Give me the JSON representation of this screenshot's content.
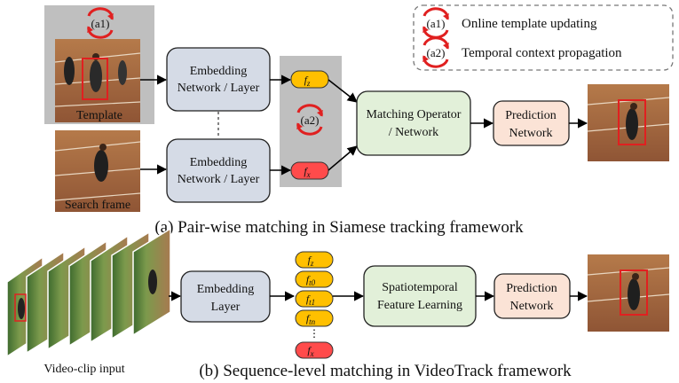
{
  "legend": {
    "a1_tag": "(a1)",
    "a1_label": "Online template updating",
    "a2_tag": "(a2)",
    "a2_label": "Temporal context propagation"
  },
  "panel_a": {
    "template_label": "Template",
    "search_label": "Search frame",
    "embed_top_l1": "Embedding",
    "embed_top_l2": "Network / Layer",
    "embed_bot_l1": "Embedding",
    "embed_bot_l2": "Network / Layer",
    "fz_base": "f",
    "fz_sub": "z",
    "fx_base": "f",
    "fx_sub": "x",
    "a1_tag": "(a1)",
    "a2_tag": "(a2)",
    "matching_l1": "Matching Operator",
    "matching_l2": "/ Network",
    "pred_l1": "Prediction",
    "pred_l2": "Network",
    "caption": "(a) Pair-wise matching in Siamese tracking framework"
  },
  "panel_b": {
    "clip_label": "Video-clip input",
    "embed_l1": "Embedding",
    "embed_l2": "Layer",
    "features": [
      {
        "base": "f",
        "sub": "z"
      },
      {
        "base": "f",
        "sub": "t0"
      },
      {
        "base": "f",
        "sub": "t1"
      },
      {
        "base": "f",
        "sub": "tn"
      },
      {
        "base": "f",
        "sub": "x"
      }
    ],
    "dots": "⋮",
    "st_l1": "Spatiotemporal",
    "st_l2": "Feature Learning",
    "pred_l1": "Prediction",
    "pred_l2": "Network",
    "caption": "(b) Sequence-level matching in VideoTrack framework"
  },
  "colors": {
    "embed_fill": "#d5dbe6",
    "match_fill": "#e2f0d9",
    "pred_fill": "#fbe3d6",
    "fz_fill": "#ffc000",
    "fx_fill": "#ff4b4b",
    "gray_panel": "#bfbfbf",
    "track_red": "#e02020"
  }
}
